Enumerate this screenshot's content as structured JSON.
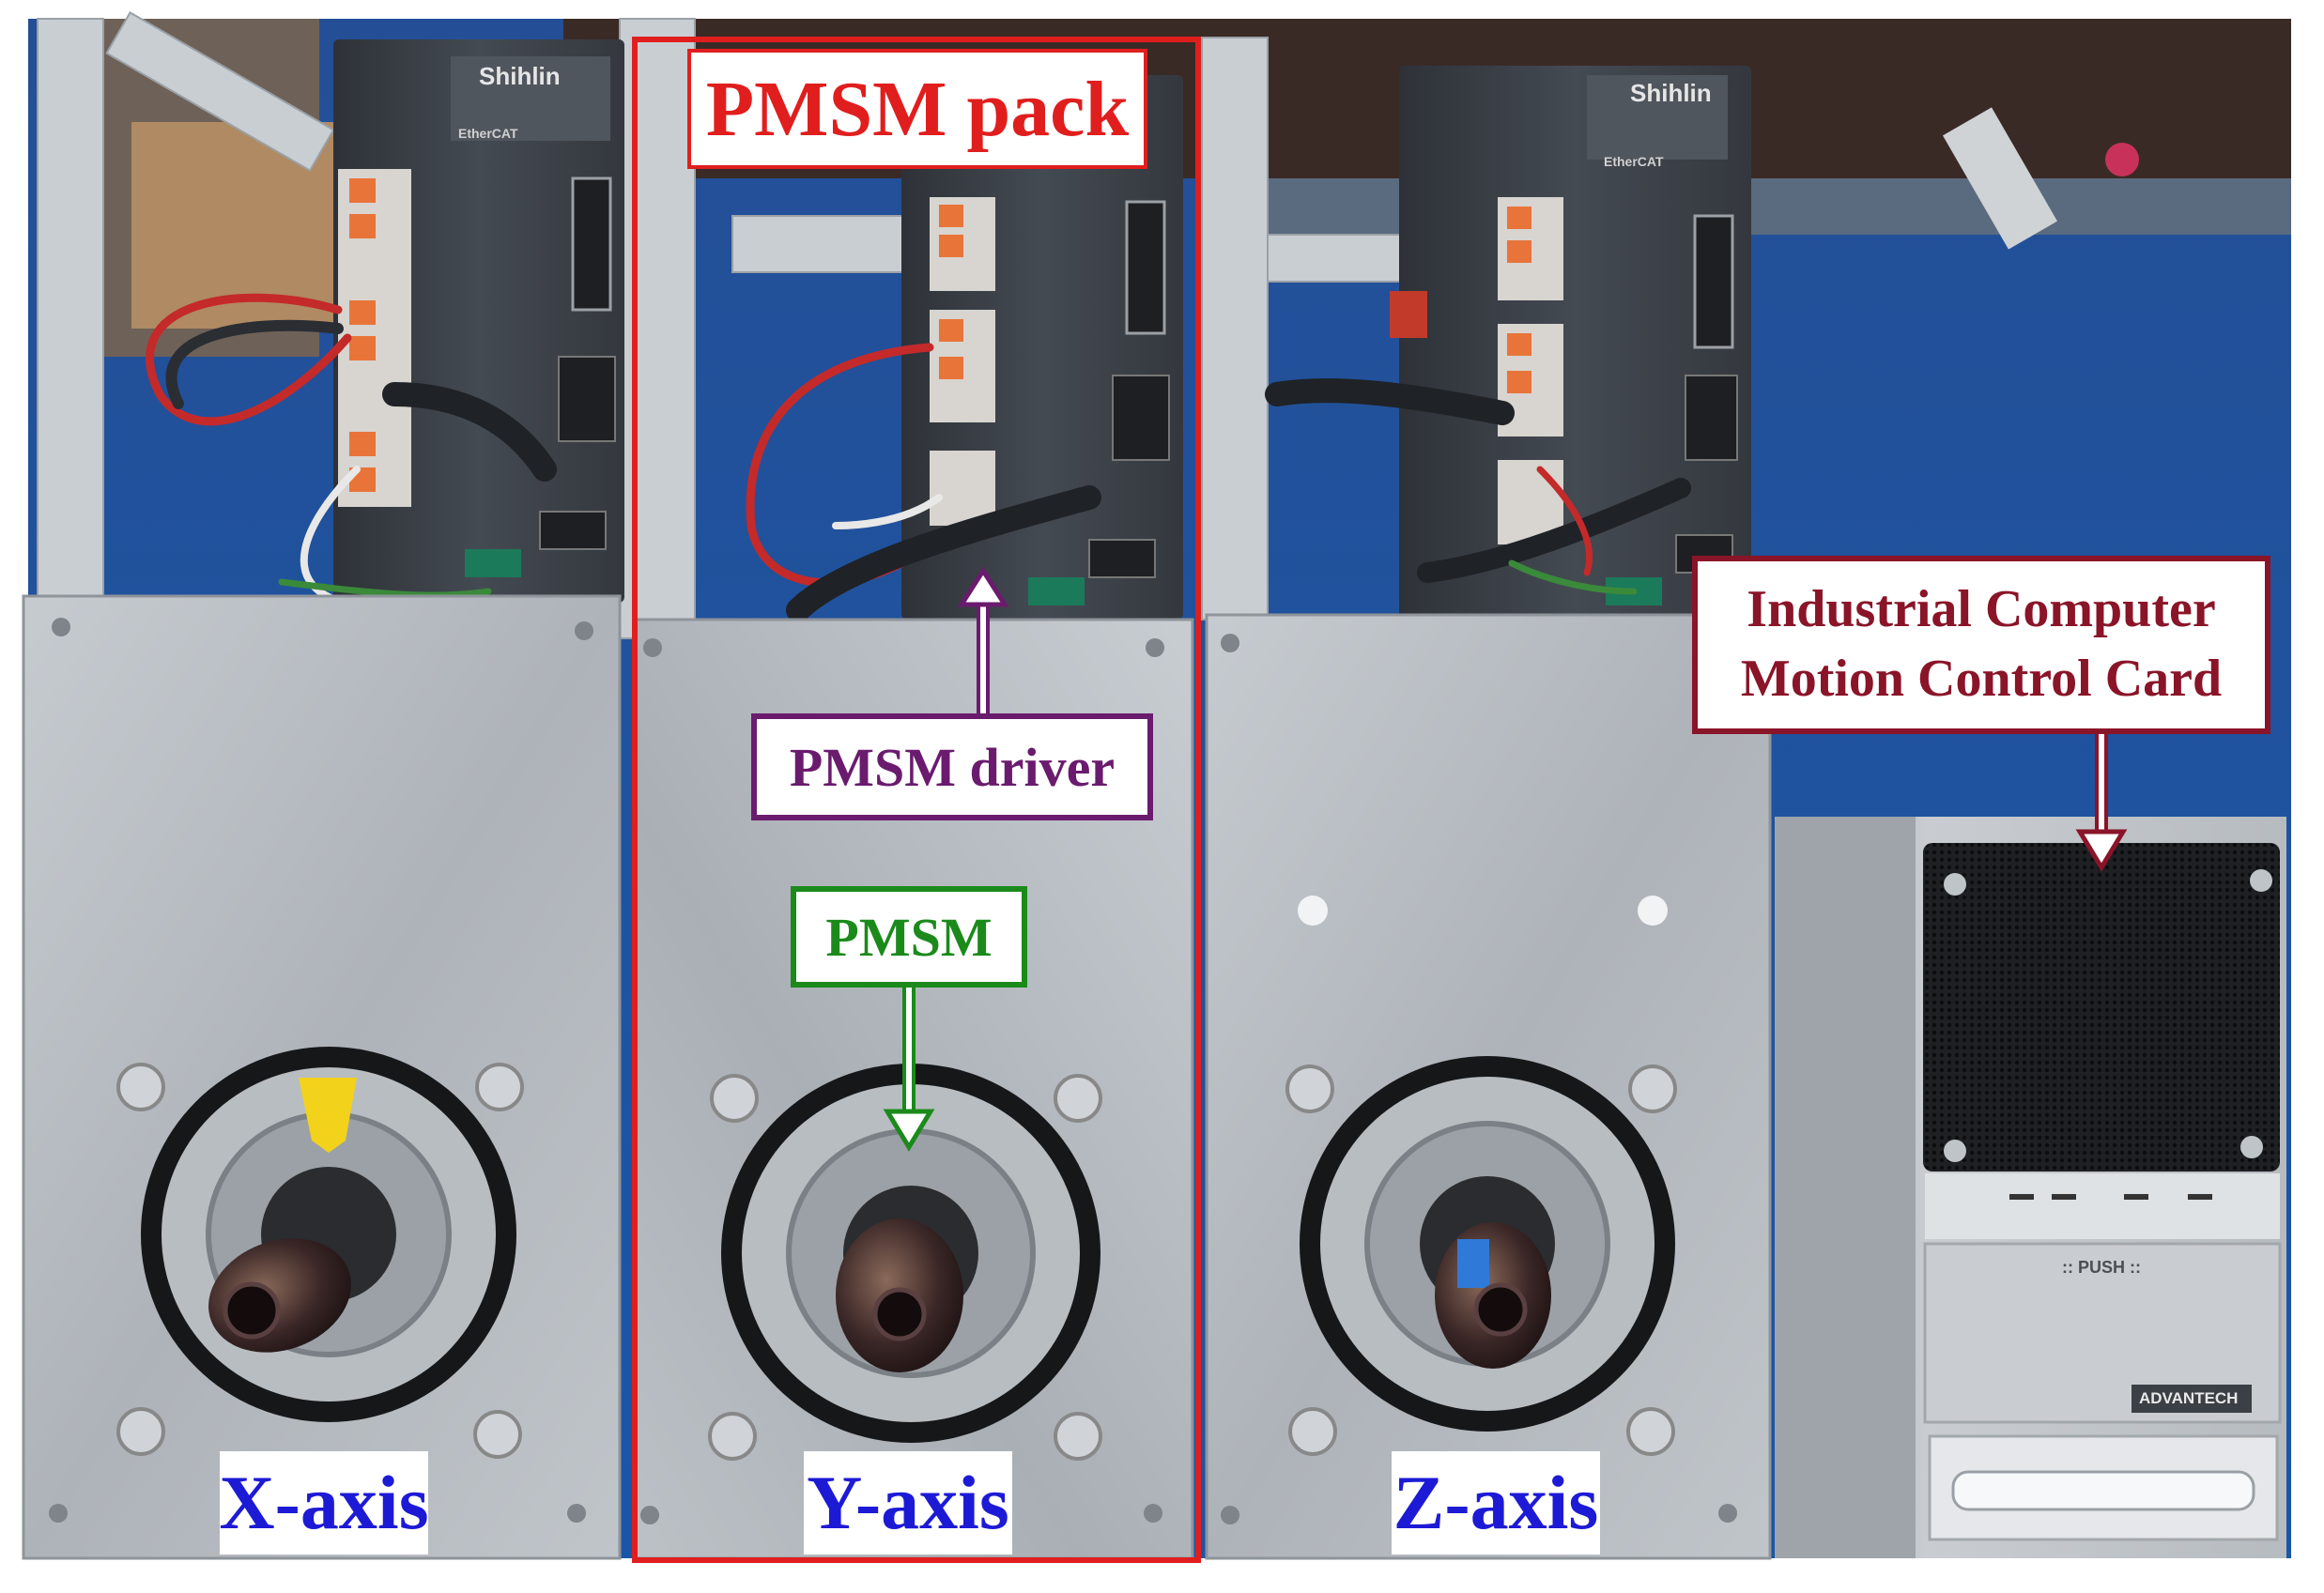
{
  "labels": {
    "pack": "PMSM pack",
    "driver": "PMSM driver",
    "motor": "PMSM",
    "ipc_line1": "Industrial Computer",
    "ipc_line2": "Motion Control Card",
    "x_axis": "X-axis",
    "y_axis": "Y-axis",
    "z_axis": "Z-axis"
  },
  "device_text": {
    "brand": "Shihlin",
    "bus": "EtherCAT",
    "push": ":: PUSH ::",
    "maker": "ADVANTECH"
  },
  "colors": {
    "pack_border": "#e01e1e",
    "driver_border": "#6a1b6e",
    "motor_border": "#1b8a1b",
    "ipc_border": "#8a1428",
    "axis_text": "#1d1ad6",
    "wall": "#1e5aa8",
    "aluminum": "#b9bec4",
    "drive_body": "#3b4047"
  }
}
